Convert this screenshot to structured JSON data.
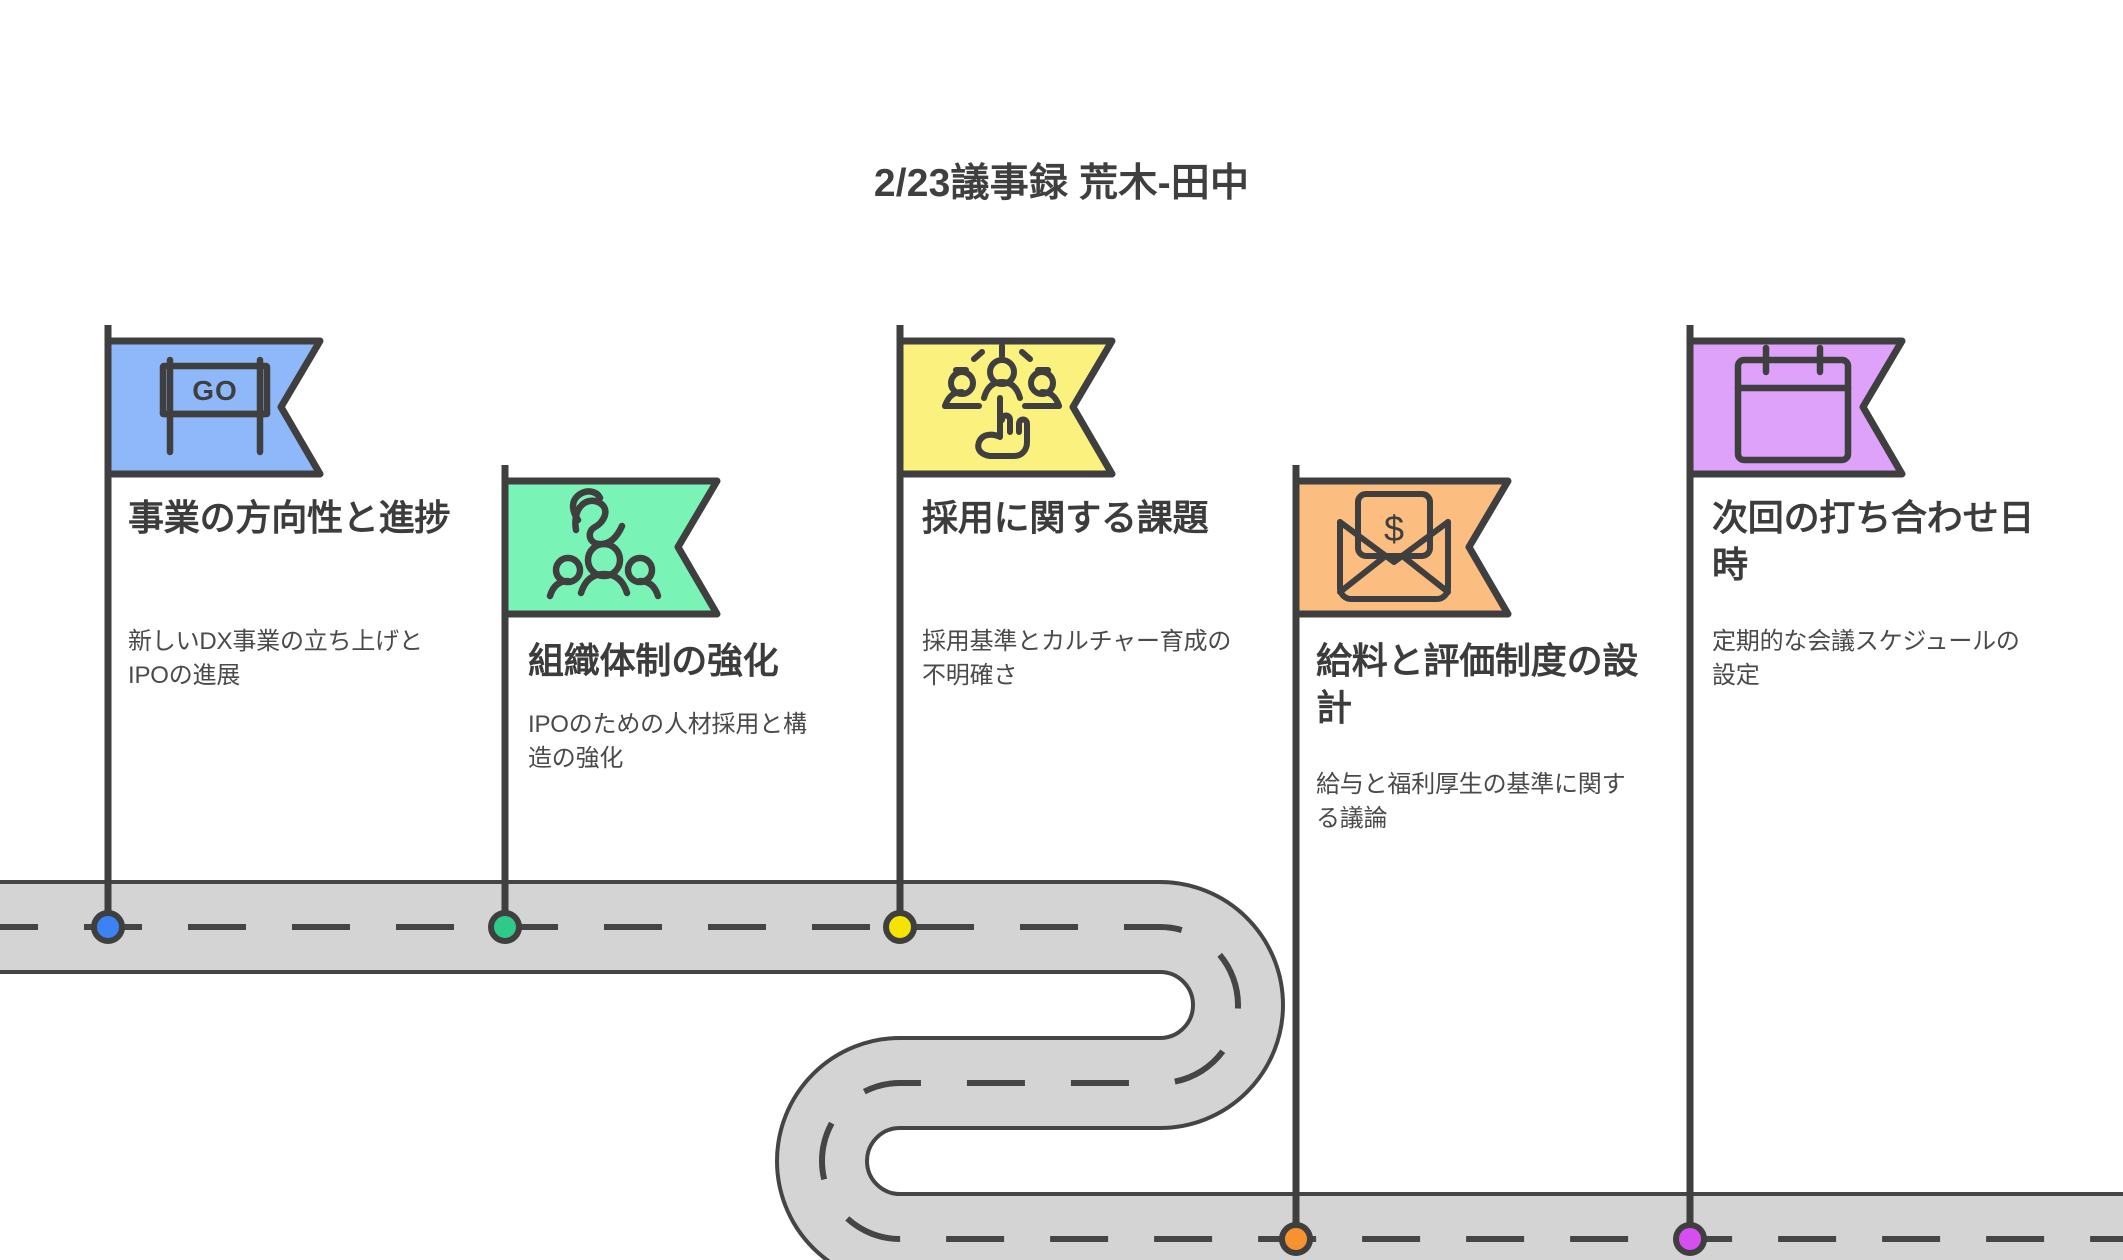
{
  "header": {
    "title": "2/23議事録 荒木-田中"
  },
  "theme": {
    "background": "#ffffff",
    "ink": "#3f3f3f",
    "road_fill": "#d4d4d4",
    "road_stroke": "#454545",
    "text_primary": "#3c3c3c",
    "text_secondary": "#4a4a4a"
  },
  "roadmap": {
    "road_label": "winding-road-path",
    "milestones": [
      {
        "id": "m1",
        "index": 1,
        "title": "事業の方向性と進捗",
        "description": "新しいDX事業の立ち上げとIPOの進展",
        "flag_color": "#8fb8fa",
        "dot_color": "#3d82f2",
        "icon": "go-signboard-icon",
        "icon_label": "GO"
      },
      {
        "id": "m2",
        "index": 2,
        "title": "組織体制の強化",
        "description": "IPOのための人材採用と構造の強化",
        "flag_color": "#79f4b6",
        "dot_color": "#2fc98a",
        "icon": "team-growth-icon",
        "icon_label": ""
      },
      {
        "id": "m3",
        "index": 3,
        "title": "採用に関する課題",
        "description": "採用基準とカルチャー育成の不明確さ",
        "flag_color": "#fbf17f",
        "dot_color": "#f5e400",
        "icon": "candidate-selection-icon",
        "icon_label": ""
      },
      {
        "id": "m4",
        "index": 4,
        "title": "給料と評価制度の設計",
        "description": "給与と福利厚生の基準に関する議論",
        "flag_color": "#fbbe80",
        "dot_color": "#f79230",
        "icon": "salary-envelope-icon",
        "icon_label": "$"
      },
      {
        "id": "m5",
        "index": 5,
        "title": "次回の打ち合わせ日時",
        "description": "定期的な会議スケジュールの設定",
        "flag_color": "#dfa2fb",
        "dot_color": "#d64ef0",
        "icon": "calendar-icon",
        "icon_label": ""
      }
    ]
  }
}
